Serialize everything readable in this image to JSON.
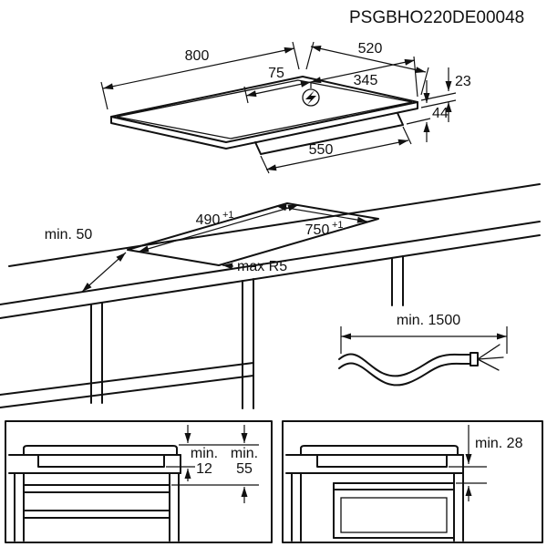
{
  "header": {
    "doc_code": "PSGBHO220DE00048"
  },
  "hob_view": {
    "width": "800",
    "depth": "520",
    "connection_offset_left": "75",
    "connection_offset_right": "345",
    "height_top": "23",
    "height_total": "44",
    "base_width": "550"
  },
  "cutout_view": {
    "front_clearance": "min. 50",
    "depth": "490",
    "depth_tolerance": "+1",
    "width": "750",
    "width_tolerance": "+1",
    "corner_radius": "max R5"
  },
  "cable_view": {
    "cable_length": "min. 1500"
  },
  "left_section_view": {
    "clearance_small_label": "min.",
    "clearance_small_value": "12",
    "clearance_large_label": "min.",
    "clearance_large_value": "55"
  },
  "right_section_view": {
    "oven_clearance": "min. 28"
  }
}
